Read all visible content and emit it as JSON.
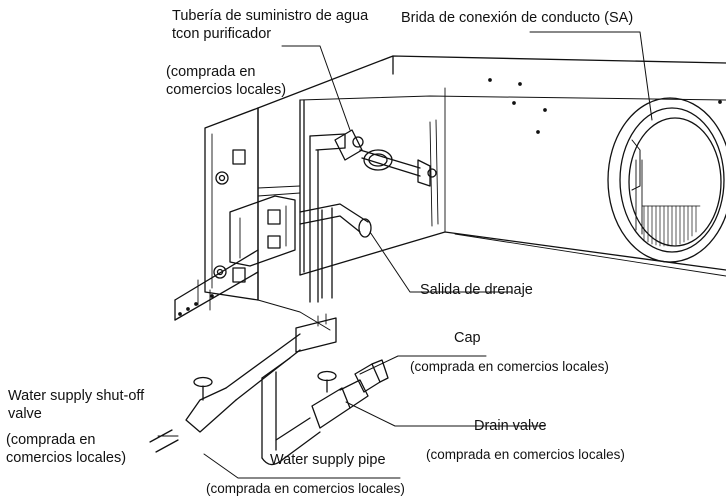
{
  "labels": {
    "purifier_pipe_line1": "Tubería de suministro de agua",
    "purifier_pipe_line2": "tcon purificador",
    "purifier_pipe_note_line1": "(comprada en",
    "purifier_pipe_note_line2": "comercios locales)",
    "duct_flange": "Brida de conexión de conducto (SA)",
    "drain_outlet": "Salida de drenaje",
    "cap": "Cap",
    "cap_note": "(comprada en comercios locales)",
    "shutoff_valve_line1": "Water supply shut-off",
    "shutoff_valve_line2": "valve",
    "shutoff_note_line1": "(comprada en",
    "shutoff_note_line2": "comercios locales)",
    "drain_valve": "Drain valve",
    "drain_valve_note": "(comprada en comercios locales)",
    "water_supply_pipe": "Water supply pipe",
    "water_supply_pipe_note": "(comprada en comercios locales)"
  }
}
